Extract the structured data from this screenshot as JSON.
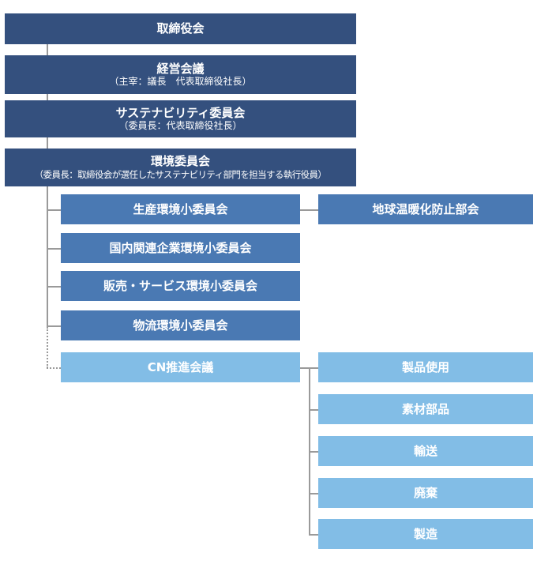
{
  "board": {
    "title": "取締役会"
  },
  "management": {
    "title": "経営会議",
    "subtitle": "（主宰：議長　代表取締役社長）"
  },
  "sustainability": {
    "title": "サステナビリティ委員会",
    "subtitle": "（委員長：代表取締役社長）"
  },
  "environment": {
    "title": "環境委員会",
    "subtitle": "（委員長：取締役会が選任したサステナビリティ部門を担当する執行役員）"
  },
  "subcommittees": [
    {
      "label": "生産環境小委員会"
    },
    {
      "label": "国内関連企業環境小委員会"
    },
    {
      "label": "販売・サービス環境小委員会"
    },
    {
      "label": "物流環境小委員会"
    }
  ],
  "global_warming": {
    "label": "地球温暖化防止部会"
  },
  "cn_council": {
    "label": "CN推進会議"
  },
  "cn_groups": [
    {
      "label": "製品使用"
    },
    {
      "label": "素材部品"
    },
    {
      "label": "輸送"
    },
    {
      "label": "廃棄"
    },
    {
      "label": "製造"
    }
  ],
  "colors": {
    "dark": "#34507e",
    "mid": "#4a79b3",
    "light": "#82bde6",
    "line": "#9a9a9a"
  }
}
